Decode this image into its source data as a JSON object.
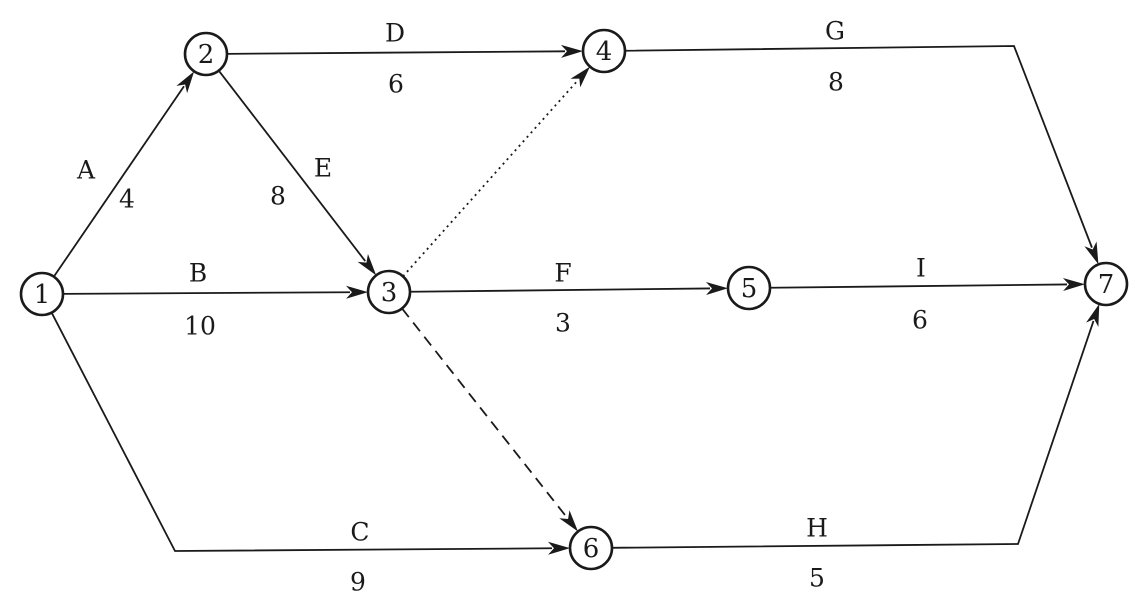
{
  "nodes": [
    {
      "id": "1",
      "label": "1"
    },
    {
      "id": "2",
      "label": "2"
    },
    {
      "id": "3",
      "label": "3"
    },
    {
      "id": "4",
      "label": "4"
    },
    {
      "id": "5",
      "label": "5"
    },
    {
      "id": "6",
      "label": "6"
    },
    {
      "id": "7",
      "label": "7"
    }
  ],
  "activities": [
    {
      "name": "A",
      "duration": "4",
      "from": "1",
      "to": "2",
      "style": "solid"
    },
    {
      "name": "B",
      "duration": "10",
      "from": "1",
      "to": "3",
      "style": "solid"
    },
    {
      "name": "C",
      "duration": "9",
      "from": "1",
      "to": "6",
      "style": "solid"
    },
    {
      "name": "D",
      "duration": "6",
      "from": "2",
      "to": "4",
      "style": "solid"
    },
    {
      "name": "E",
      "duration": "8",
      "from": "2",
      "to": "3",
      "style": "solid"
    },
    {
      "name": "F",
      "duration": "3",
      "from": "3",
      "to": "5",
      "style": "solid"
    },
    {
      "name": "G",
      "duration": "8",
      "from": "4",
      "to": "7",
      "style": "solid"
    },
    {
      "name": "H",
      "duration": "5",
      "from": "6",
      "to": "7",
      "style": "solid"
    },
    {
      "name": "I",
      "duration": "6",
      "from": "5",
      "to": "7",
      "style": "solid"
    }
  ],
  "dummies": [
    {
      "from": "3",
      "to": "4",
      "style": "dotted"
    },
    {
      "from": "3",
      "to": "6",
      "style": "dashed"
    }
  ]
}
